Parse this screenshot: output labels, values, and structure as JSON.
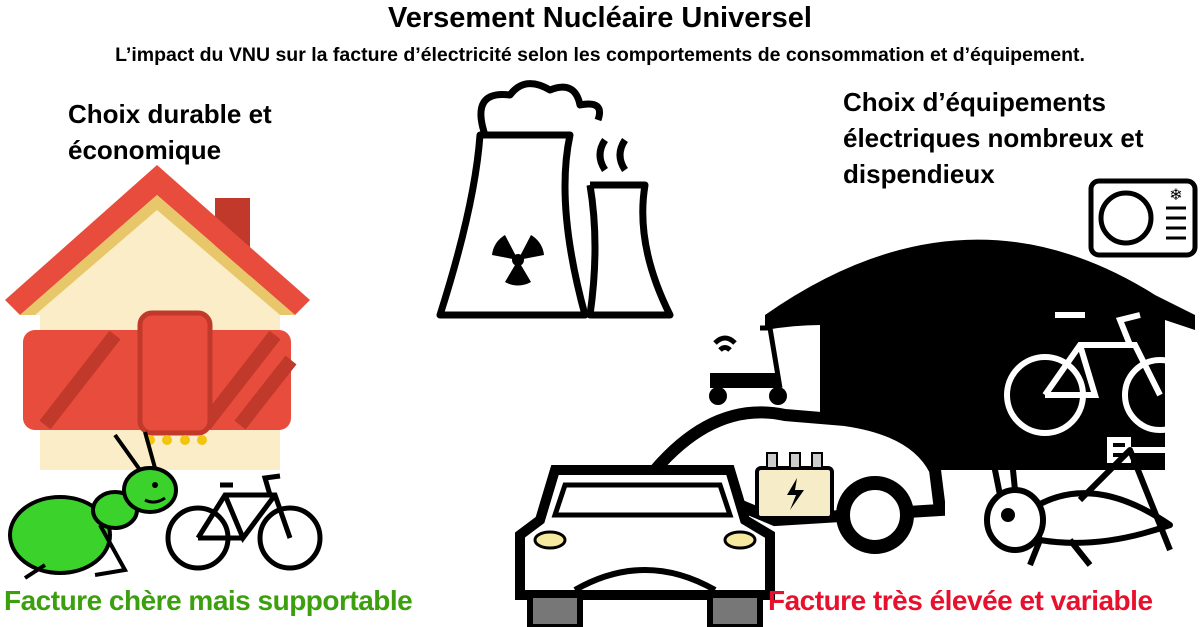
{
  "title": "Versement Nucléaire Universel",
  "subtitle": "L’impact du VNU sur la facture d’électricité selon les comportements de consommation et d’équipement.",
  "left": {
    "heading": "Choix durable et économique",
    "footer": "Facture chère mais supportable",
    "footer_color": "#3c9f0e",
    "icons": [
      "insulated-house-icon",
      "ant-icon",
      "bicycle-icon"
    ]
  },
  "center": {
    "icons": [
      "nuclear-plant-icon"
    ]
  },
  "right": {
    "heading": "Choix d’équipements électriques nombreux et dispendieux",
    "footer": "Facture très élevée et variable",
    "footer_color": "#e8112d",
    "icons": [
      "garage-icon",
      "heat-pump-icon",
      "electric-bike-icon",
      "electric-scooter-icon",
      "electric-car-icon",
      "battery-icon",
      "cricket-icon"
    ]
  }
}
